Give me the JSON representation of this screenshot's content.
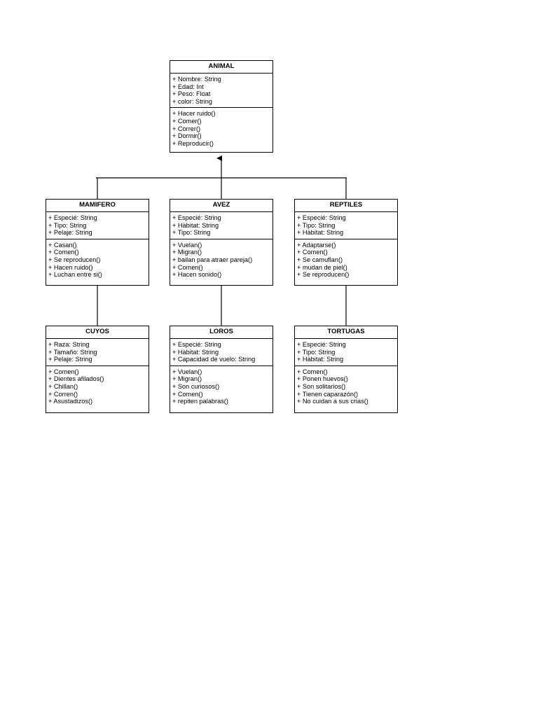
{
  "classes": [
    {
      "id": "animal",
      "name": "ANIMAL",
      "attributes": [
        "+ Nombre: String",
        "+ Edad: Int",
        "+ Peso: Float",
        "+ color: String"
      ],
      "methods": [
        "+ Hacer ruido()",
        "+ Comer()",
        "+ Correr()",
        "+ Dormir()",
        "+ Reproducir()"
      ]
    },
    {
      "id": "mamifero",
      "name": "MAMIFERO",
      "attributes": [
        "+ Especié: String",
        "+ Tipo: String",
        "+ Pelaje: String"
      ],
      "methods": [
        "+ Casan()",
        "+ Comen()",
        "+ Se reproducen()",
        "+ Hacen ruido()",
        "+ Luchan entre si()"
      ]
    },
    {
      "id": "avez",
      "name": "AVEZ",
      "attributes": [
        "+ Especié: String",
        "+ Hàbitat: String",
        "+ Tipo: String"
      ],
      "methods": [
        "+ Vuelan()",
        "+ Migran()",
        "+ bailan para atraer pareja()",
        "+ Comen()",
        "+ Hacen sonido()"
      ]
    },
    {
      "id": "reptiles",
      "name": "REPTILES",
      "attributes": [
        "+ Especié: String",
        "+ Tipo: String",
        "+ Hàbitat: String"
      ],
      "methods": [
        "+ Adaptarse()",
        "+ Comen()",
        "+ Se camuflan()",
        "+ mudan de piel()",
        "+ Se reproducen()"
      ]
    },
    {
      "id": "cuyos",
      "name": "CUYOS",
      "attributes": [
        "+ Raza: String",
        "+ Tamaño: String",
        "+ Pelaje: String"
      ],
      "methods": [
        "+ Comen()",
        "+ Dientes afilados()",
        "+ Chillan()",
        "+ Corren()",
        "+ Asustadizos()"
      ]
    },
    {
      "id": "loros",
      "name": "LOROS",
      "attributes": [
        "+ Especié: String",
        "+ Hàbitat: String",
        "+ Capacidad de vuelo: String"
      ],
      "methods": [
        "+ Vuelan()",
        "+ Migran()",
        "+ Son curiosos()",
        "+ Comen()",
        "+ repiten palabras()"
      ]
    },
    {
      "id": "tortugas",
      "name": "TORTUGAS",
      "attributes": [
        "+ Especié: String",
        "+ Tipo: String",
        "+ Hàbitat: String"
      ],
      "methods": [
        "+ Comen()",
        "+ Ponen huevos()",
        "+ Son solitarios()",
        "+ Tienen caparazón()",
        "+ No cuidan a sus crias()"
      ]
    }
  ]
}
